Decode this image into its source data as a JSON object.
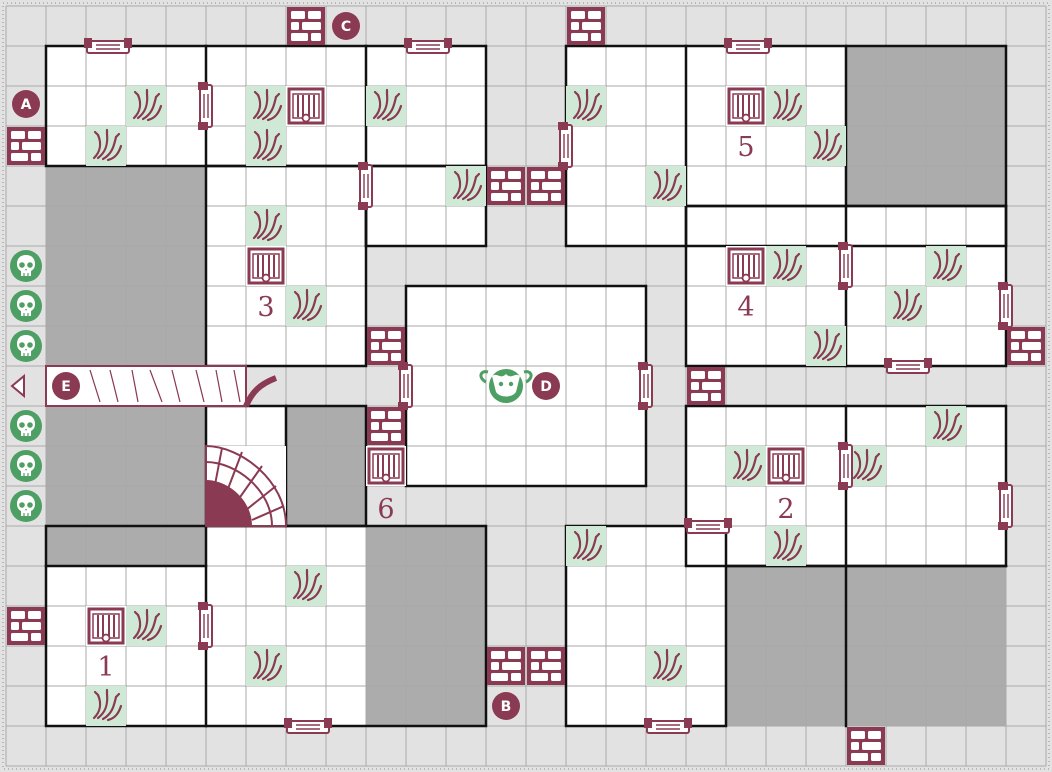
{
  "board": {
    "colors": {
      "corridor": "#e2e2e2",
      "grid_line": "#a9a9a9",
      "room_floor": "#ffffff",
      "solid_rock": "#acacac",
      "wall": "#111111",
      "accent": "#8a3a52",
      "monster_tile": "#cfe9d6",
      "monster_ink": "#8a3a52",
      "skull_green": "#4d9f63"
    },
    "room_numbers": [
      "1",
      "2",
      "3",
      "4",
      "5",
      "6"
    ],
    "markers": [
      "A",
      "B",
      "C",
      "D",
      "E"
    ],
    "icons": {
      "monster": "claw-monster-icon",
      "chest": "treasure-chest-icon",
      "door": "door-icon",
      "rubble": "rubble-block-icon",
      "skull": "skull-icon",
      "boss": "boss-monster-icon",
      "stairs": "spiral-stairs-icon",
      "bridge": "stone-bridge-icon",
      "exit": "exit-arrow-icon"
    }
  }
}
